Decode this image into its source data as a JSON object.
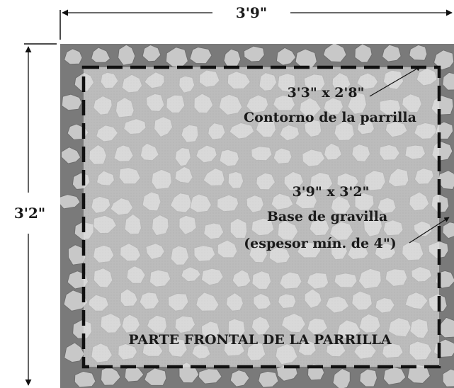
{
  "dimensions": {
    "base_width": "3'9\"",
    "base_height": "3'2\""
  },
  "grill_outline": {
    "size": "3'3\" x 2'8\"",
    "label": "Contorno de la parrilla"
  },
  "gravel_base": {
    "size": "3'9\" x 3'2\"",
    "label": "Base de gravilla",
    "note": "(espesor mín. de 4\")"
  },
  "front_label": "PARTE FRONTAL DE LA PARRILLA",
  "colors": {
    "gravel_dark": "#7a7a7a",
    "stone_light": "#c8c8c8",
    "overlay": "#e6e6e6",
    "outline": "#111111",
    "text": "#1a1a1a"
  },
  "icons": [
    "arrow-left-icon",
    "arrow-right-icon",
    "arrow-up-icon",
    "arrow-down-icon",
    "leader-arrow-icon"
  ]
}
